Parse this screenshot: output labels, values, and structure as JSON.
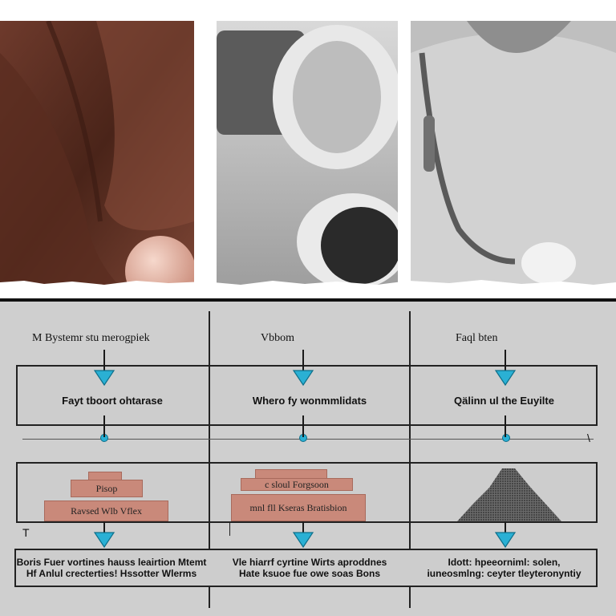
{
  "columns": [
    {
      "header": "M Bystemr stu merogpiek",
      "top_box": "Fayt tboort ohtarase",
      "stack": [
        "Pisop",
        "Ravsed Wlb Vflex"
      ],
      "bottom_box": [
        "Boris Fuer vortines hauss leairtion Mtemt",
        "Hf Anlul crecterties! Hssotter Wlerms"
      ]
    },
    {
      "header": "Vbbom",
      "top_box": "Whero fy wonmmlidats",
      "stack": [
        "c sloul Forgsoon",
        "mnl fll Kseras Bratisbion"
      ],
      "bottom_box": [
        "Vle hiarrf cyrtine Wirts aproddnes",
        "Hate ksuoe fue owe soas Bons"
      ]
    },
    {
      "header": "Faql bten",
      "top_box": "Qälinn ul the Euyilte",
      "stack": [],
      "bottom_box": [
        "Idott: hpeeorniml: solen,",
        "iuneosmlng: ceyter tleyteronyntiy"
      ]
    }
  ],
  "colors": {
    "arrow": "#2ab0d4",
    "slab": "#c9897a",
    "board": "#cfcfcf"
  },
  "markers": {
    "left_tick": "T",
    "right_tick": "\\"
  }
}
